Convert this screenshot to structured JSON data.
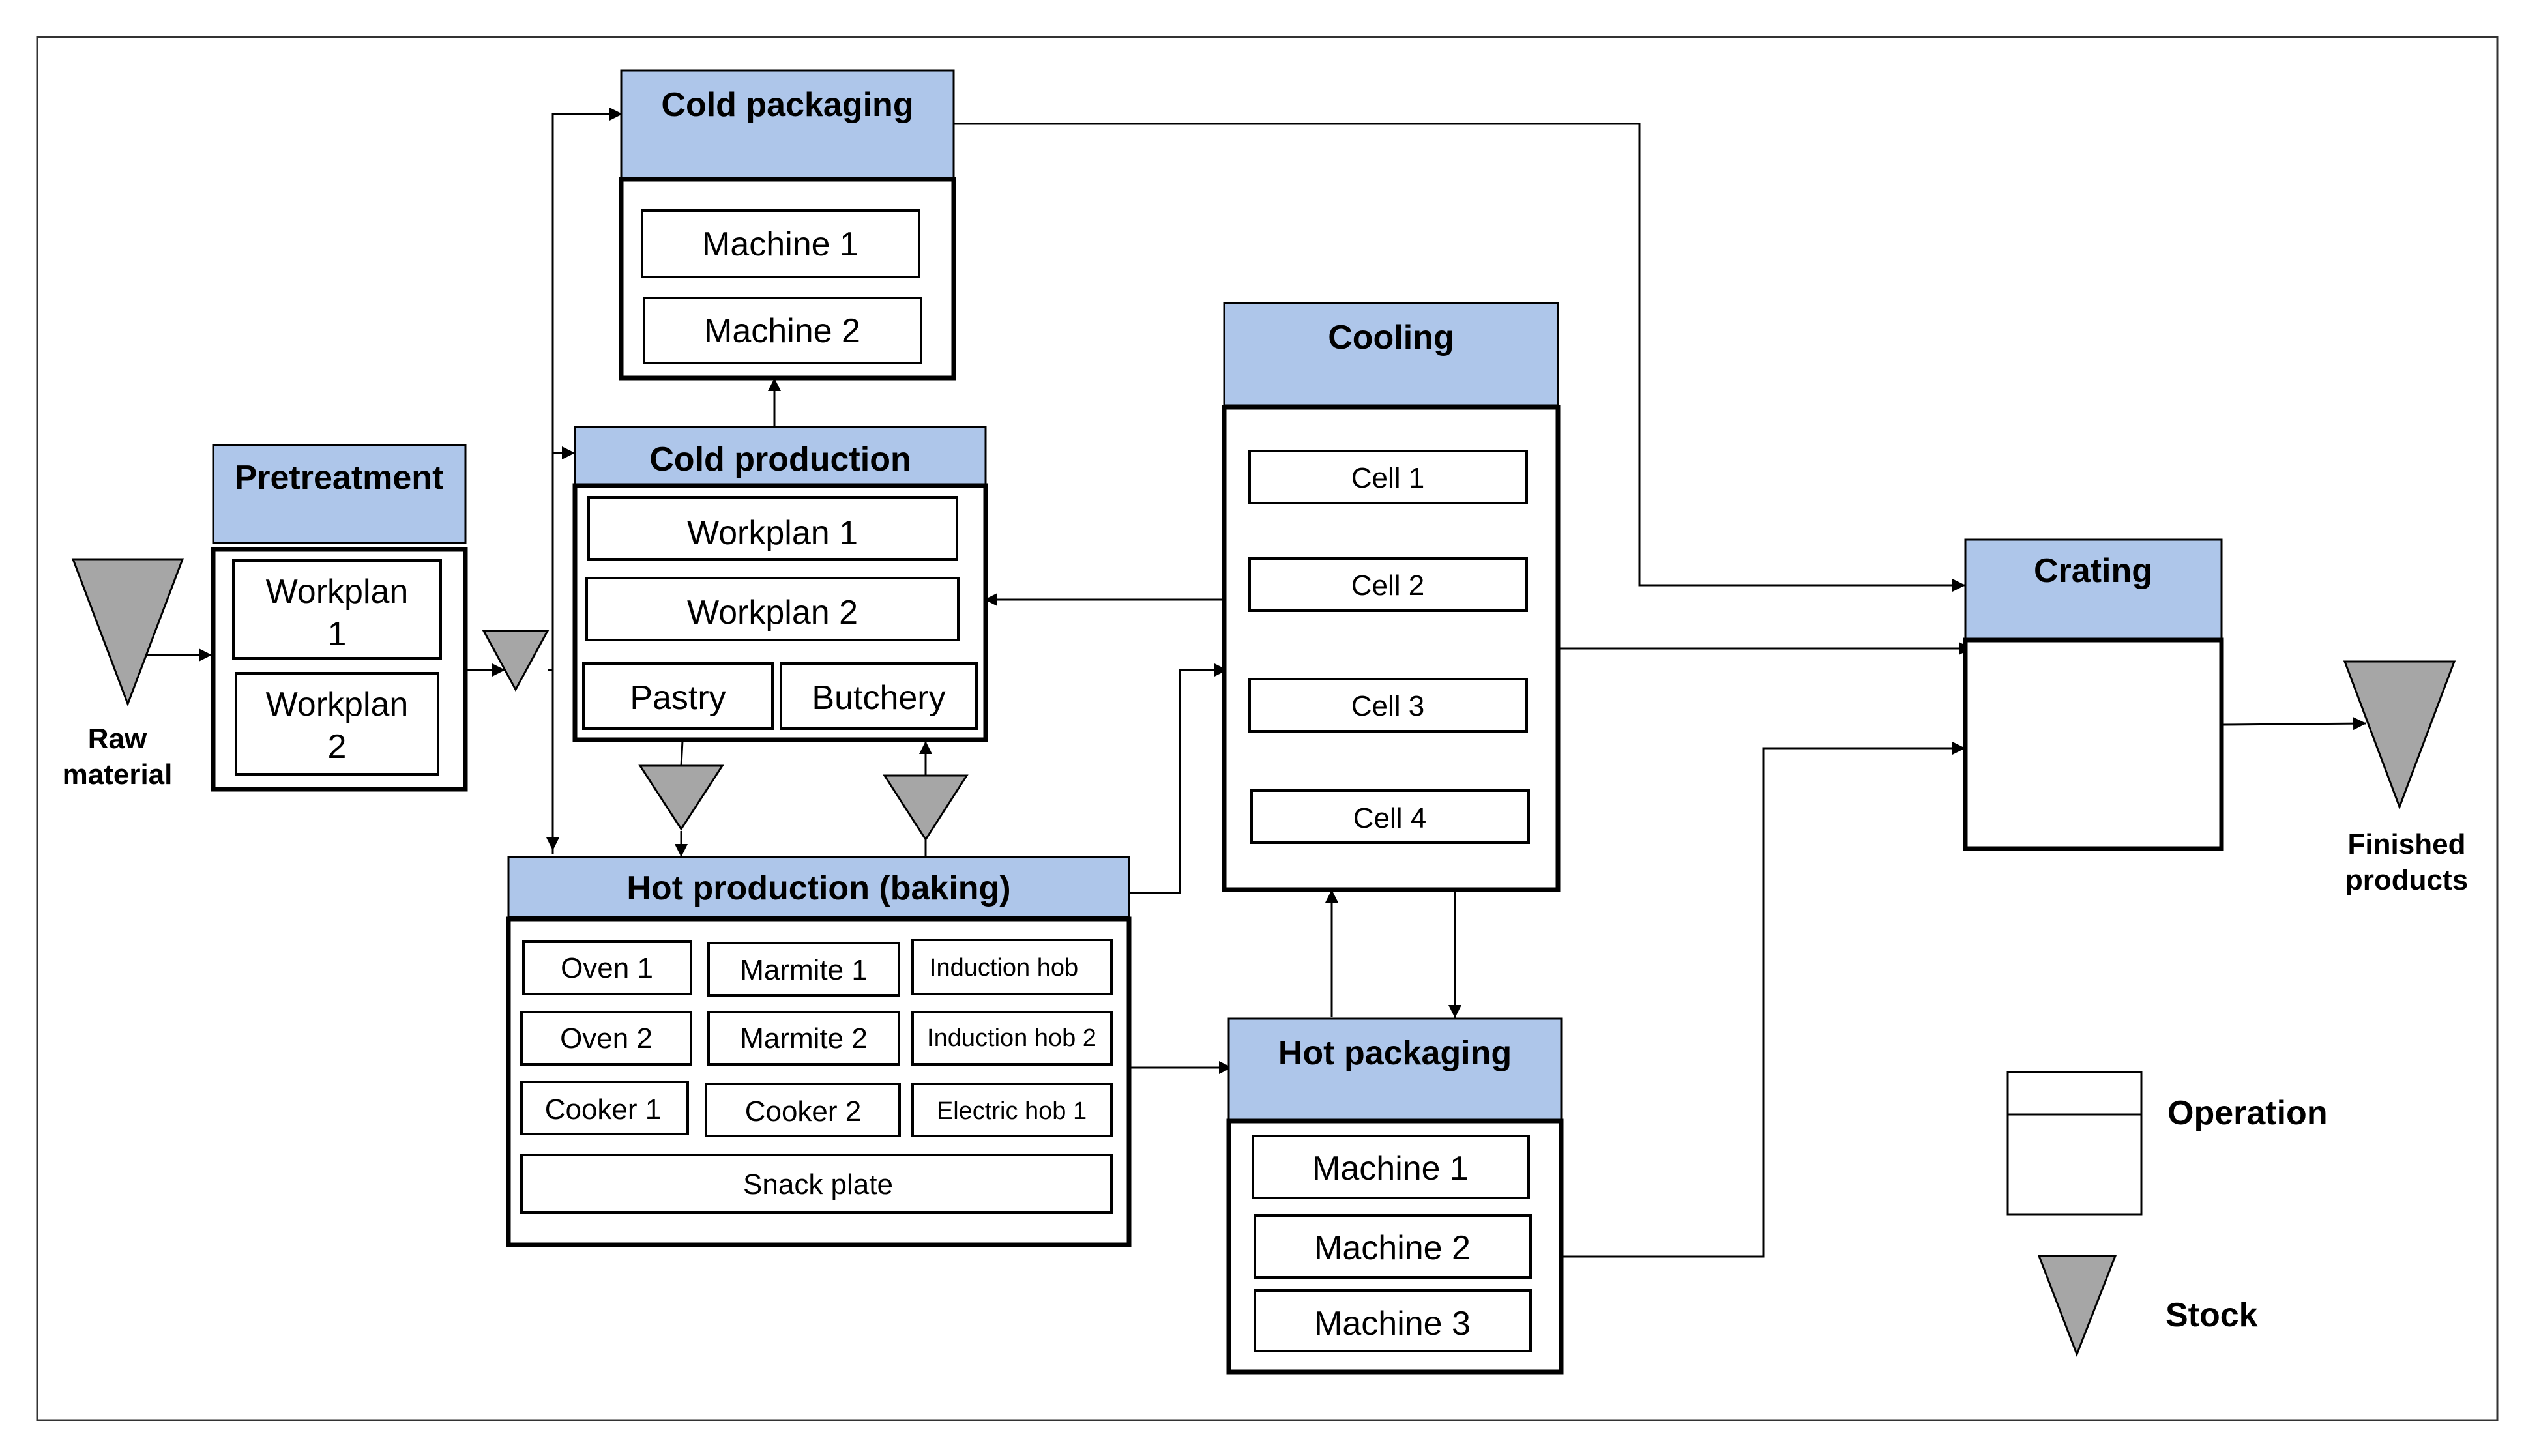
{
  "colors": {
    "header_fill": "#aec6ea",
    "stock_fill": "#a6a6a6",
    "line": "#000000"
  },
  "stocks": {
    "raw_material": [
      "Raw",
      "material"
    ],
    "finished_products": [
      "Finished",
      "products"
    ]
  },
  "pretreatment": {
    "title": "Pretreatment",
    "workplan1": [
      "Workplan",
      "1"
    ],
    "workplan2": [
      "Workplan",
      "2"
    ]
  },
  "cold_packaging": {
    "title": "Cold packaging",
    "machines": [
      "Machine 1",
      "Machine 2"
    ]
  },
  "cold_production": {
    "title": "Cold production",
    "workplans": [
      "Workplan 1",
      "Workplan 2"
    ],
    "pastry": "Pastry",
    "butchery": "Butchery"
  },
  "hot_production": {
    "title": "Hot production (baking)",
    "grid": [
      [
        "Oven 1",
        "Marmite 1",
        "Induction hob"
      ],
      [
        "Oven 2",
        "Marmite 2",
        "Induction hob 2"
      ],
      [
        "Cooker 1",
        "Cooker 2",
        "Electric hob 1"
      ]
    ],
    "snack_plate": "Snack plate"
  },
  "cooling": {
    "title": "Cooling",
    "cells": [
      "Cell 1",
      "Cell 2",
      "Cell 3",
      "Cell 4"
    ]
  },
  "hot_packaging": {
    "title": "Hot packaging",
    "machines": [
      "Machine 1",
      "Machine 2",
      "Machine 3"
    ]
  },
  "crating": {
    "title": "Crating"
  },
  "legend": {
    "operation": "Operation",
    "stock": "Stock"
  }
}
